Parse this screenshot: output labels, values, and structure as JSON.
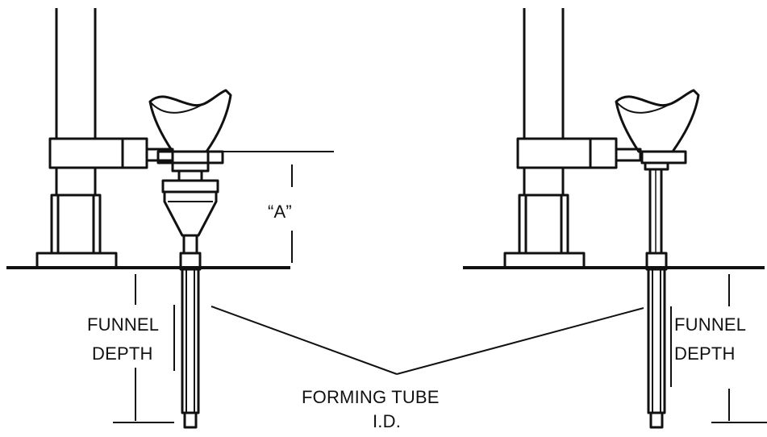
{
  "labels": {
    "dimension_a": "“A”",
    "funnel_depth_left_line1": "FUNNEL",
    "funnel_depth_left_line2": "DEPTH",
    "funnel_depth_right_line1": "FUNNEL",
    "funnel_depth_right_line2": "DEPTH",
    "forming_tube_line1": "FORMING TUBE",
    "forming_tube_line2": "I.D."
  },
  "colors": {
    "ink": "#111111",
    "background": "#ffffff"
  }
}
